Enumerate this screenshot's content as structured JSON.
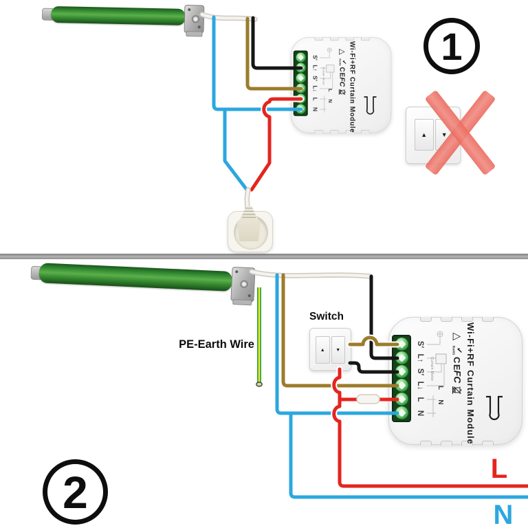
{
  "colors": {
    "wire_blue": "#2ba7e0",
    "wire_red": "#e4251f",
    "wire_black": "#161616",
    "wire_brown": "#9c7c2b",
    "cable_white": "#f4f3ef",
    "cable_edge": "#cfccc2",
    "pe_green": "#3da335",
    "pe_yellow": "#e3ea3a",
    "cross_red": "#eb695d",
    "label_live": "#e4251f",
    "label_neutral": "#2ba7e0"
  },
  "diagram1": {
    "number": "1"
  },
  "diagram2": {
    "number": "2",
    "switch_label": "Switch",
    "pe_earth_label": "PE-Earth Wire",
    "live_label": "L",
    "neutral_label": "N"
  },
  "switch": {
    "up_glyph": "▲",
    "down_glyph": "▼"
  },
  "module": {
    "brand": "Wi-Fi+RF Curtain Module",
    "terminals": [
      "S′",
      "L↑",
      "S′",
      "L↓",
      "L",
      "N"
    ],
    "inner": {
      "curtain_motor": "Curtain Motor",
      "live": "L",
      "neutral": "N"
    },
    "certs": {
      "recycle": "△",
      "rohs_check": "✔",
      "rohs_text": "RoHS",
      "ce": "CE",
      "fcc": "FC"
    }
  }
}
